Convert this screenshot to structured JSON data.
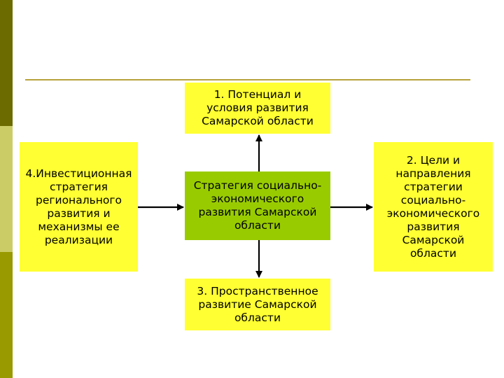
{
  "diagram": {
    "center": "Стратегия социально-\nэкономического\nразвития Самарской\nобласти",
    "top": "1. Потенциал и\nусловия развития\nСамарской области",
    "right": "2. Цели и\nнаправления\nстратегии\nсоциально-\nэкономического\nразвития\nСамарской\nобласти",
    "bottom": "3. Пространственное\nразвитие Самарской\nобласти",
    "left": "4.Инвестиционная\nстратегия\nрегионального\nразвития и\nмеханизмы ее\nреализации"
  },
  "colors": {
    "box_yellow": "#ffff33",
    "box_green": "#99cc00",
    "rule": "#b8a23a",
    "sidebar": [
      "#6b6b00",
      "#cccc66",
      "#999900"
    ]
  }
}
